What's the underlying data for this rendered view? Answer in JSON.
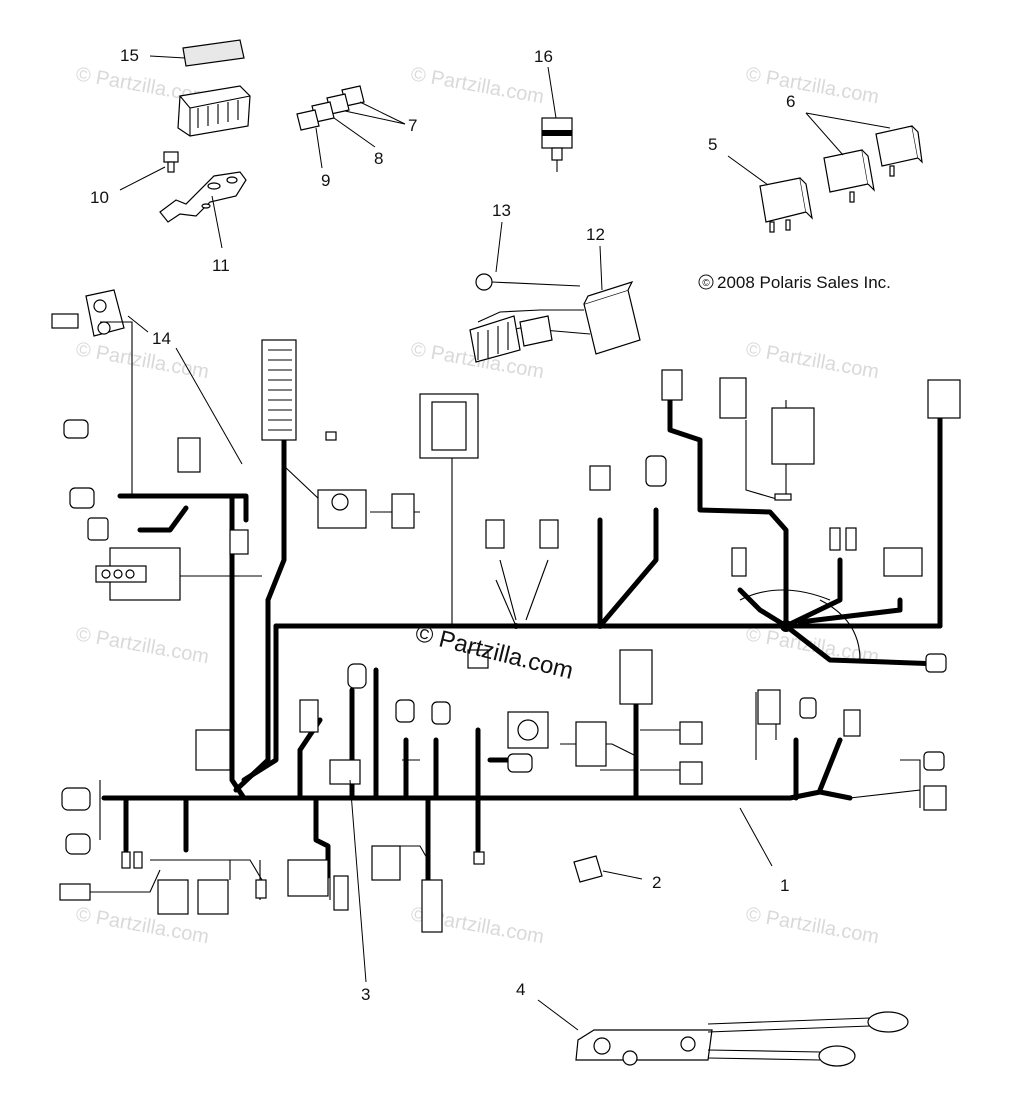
{
  "copyright": "2008 Polaris Sales Inc.",
  "copyright_symbol": "©",
  "watermark": "© Partzilla.com",
  "callouts": [
    {
      "id": "1",
      "label": "1"
    },
    {
      "id": "2",
      "label": "2"
    },
    {
      "id": "3",
      "label": "3"
    },
    {
      "id": "4",
      "label": "4"
    },
    {
      "id": "5",
      "label": "5"
    },
    {
      "id": "6",
      "label": "6"
    },
    {
      "id": "7",
      "label": "7"
    },
    {
      "id": "8",
      "label": "8"
    },
    {
      "id": "9",
      "label": "9"
    },
    {
      "id": "10",
      "label": "10"
    },
    {
      "id": "11",
      "label": "11"
    },
    {
      "id": "12",
      "label": "12"
    },
    {
      "id": "13",
      "label": "13"
    },
    {
      "id": "14",
      "label": "14"
    },
    {
      "id": "15",
      "label": "15"
    },
    {
      "id": "16",
      "label": "16"
    }
  ],
  "colors": {
    "line": "#000000",
    "watermark": "#d9d9d9",
    "background": "#ffffff"
  }
}
